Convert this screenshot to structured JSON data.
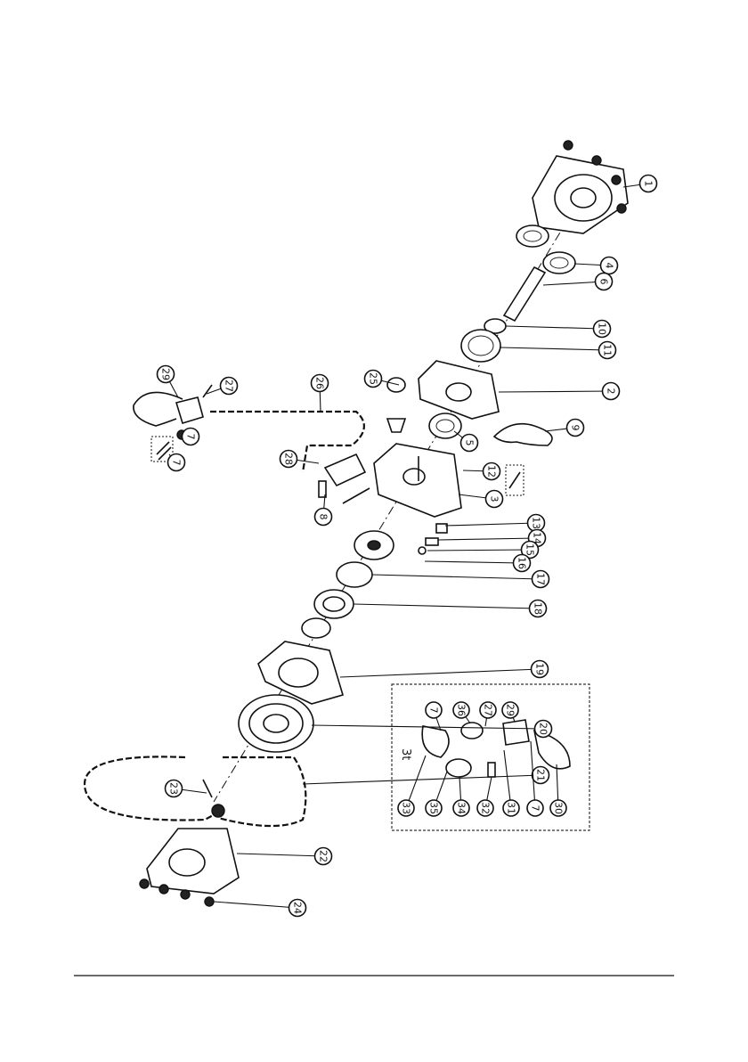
{
  "diagram": {
    "callouts": [
      "1",
      "4",
      "6",
      "10",
      "11",
      "2",
      "9",
      "5",
      "12",
      "3",
      "13",
      "14",
      "15",
      "16",
      "17",
      "18",
      "19",
      "20",
      "21",
      "22",
      "24",
      "23",
      "25",
      "26",
      "27",
      "28",
      "8",
      "29",
      "7",
      "7"
    ],
    "inset": {
      "label": "3t",
      "callouts": [
        "7",
        "36",
        "29",
        "33",
        "35",
        "34",
        "32",
        "31",
        "7",
        "30",
        "27"
      ]
    }
  }
}
